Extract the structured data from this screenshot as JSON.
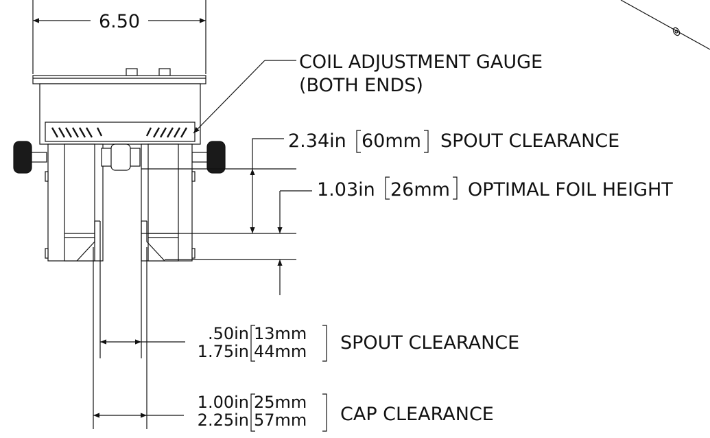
{
  "drawing": {
    "overall_width": "6.50",
    "gauge_label_line1": "COIL ADJUSTMENT GAUGE",
    "gauge_label_line2": "(BOTH ENDS)",
    "spout_clearance_vertical": {
      "inches": "2.34in",
      "mm": "60mm",
      "caption": "SPOUT CLEARANCE"
    },
    "optimal_foil_height": {
      "inches": "1.03in",
      "mm": "26mm",
      "caption": "OPTIMAL FOIL HEIGHT"
    },
    "spout_clearance_horizontal": {
      "inches_min": ".50in",
      "inches_max": "1.75in",
      "mm_min": "13mm",
      "mm_max": "44mm",
      "caption": "SPOUT CLEARANCE"
    },
    "cap_clearance": {
      "inches_min": "1.00in",
      "inches_max": "2.25in",
      "mm_min": "25mm",
      "mm_max": "57mm",
      "caption": "CAP CLEARANCE"
    }
  }
}
